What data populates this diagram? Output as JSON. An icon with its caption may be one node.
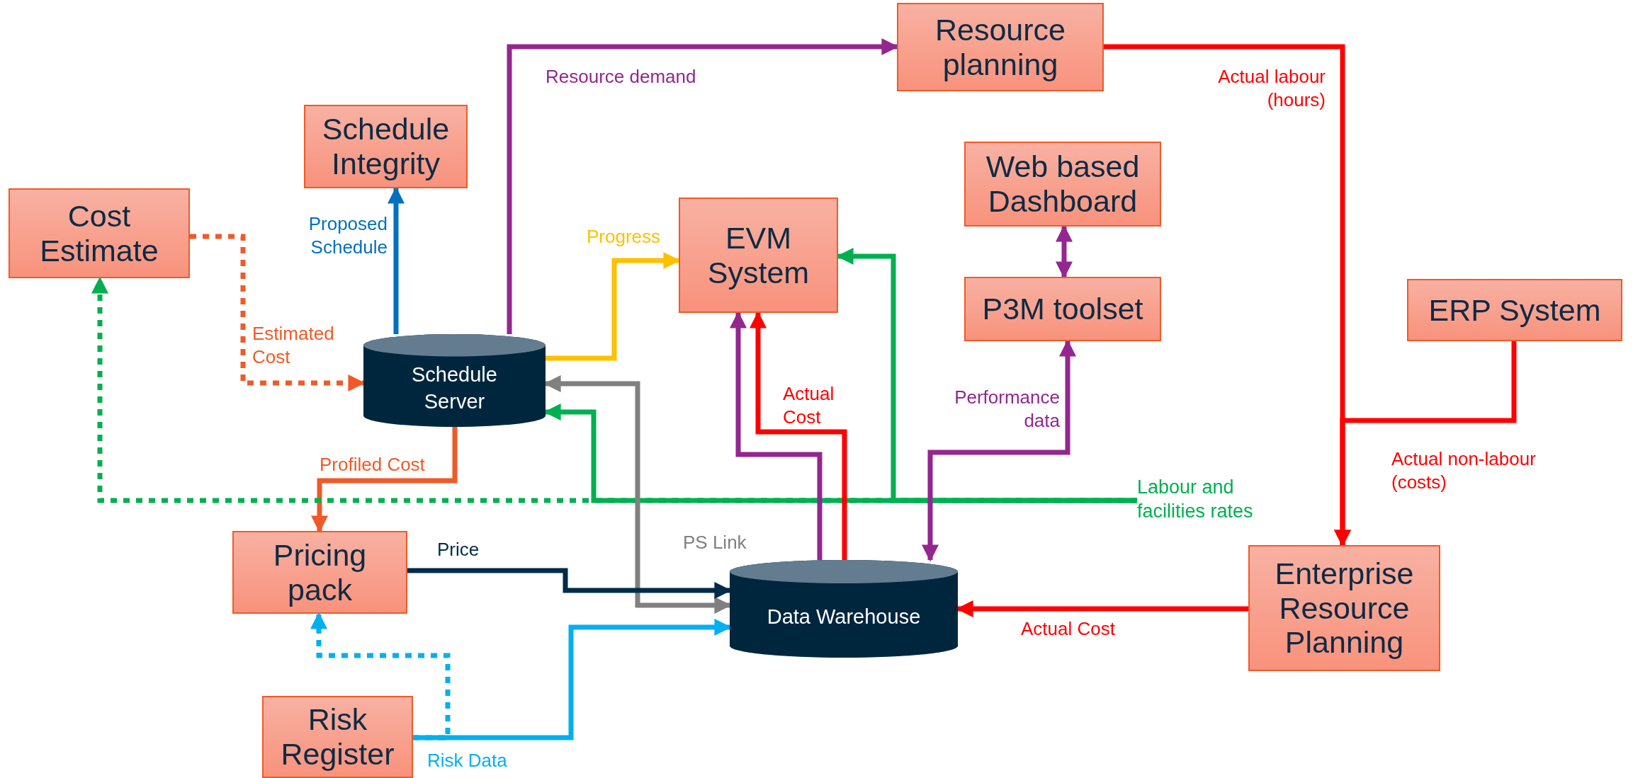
{
  "diagram": {
    "nodes": [
      {
        "text": [
          "Resource planning"
        ]
      },
      {
        "text": [
          "Schedule Integrity"
        ]
      },
      {
        "text": [
          "Cost Estimate"
        ]
      },
      {
        "text": [
          "Web based Dashboard"
        ]
      },
      {
        "text": [
          "EVM System"
        ]
      },
      {
        "text": [
          "P3M toolset"
        ]
      },
      {
        "text": [
          "ERP System"
        ]
      },
      {
        "text": [
          "Schedule Server"
        ]
      },
      {
        "text": [
          "Pricing pack"
        ]
      },
      {
        "text": [
          "Data Warehouse"
        ]
      },
      {
        "text": [
          "Enterprise Resource Planning"
        ]
      },
      {
        "text": [
          "Risk Register"
        ]
      },
      {
        "text": [
          "Labour and facilities rates"
        ]
      }
    ],
    "edges": [
      {
        "from": 7,
        "to": 0,
        "arrow": "to",
        "label": "Resource demand",
        "color": "#93278f"
      },
      {
        "from": 7,
        "to": 1,
        "arrow": "to",
        "label": "Proposed Schedule",
        "color": "#0070c0"
      },
      {
        "from": 2,
        "to": 7,
        "arrow": "to",
        "label": "Estimated Cost",
        "style": "dashed",
        "color": "#f05a28"
      },
      {
        "from": 7,
        "to": 8,
        "arrow": "to",
        "label": "Profiled Cost",
        "color": "#f05a28"
      },
      {
        "from": 7,
        "to": 4,
        "arrow": "to",
        "label": "Progress",
        "color": "#ffc000"
      },
      {
        "from": 12,
        "to": 2,
        "arrow": "to",
        "style": "dashed",
        "color": "#00b050"
      },
      {
        "from": 12,
        "to": 7,
        "arrow": "to",
        "color": "#00b050"
      },
      {
        "from": 12,
        "to": 4,
        "arrow": "to",
        "color": "#00b050"
      },
      {
        "from": 9,
        "to": 7,
        "arrow": "both",
        "label": "PS Link",
        "color": "#808080"
      },
      {
        "from": 9,
        "to": 4,
        "arrow": "to",
        "color": "#93278f"
      },
      {
        "from": 9,
        "to": 4,
        "arrow": "to",
        "label": "Actual Cost",
        "color": "#ff0000"
      },
      {
        "from": 9,
        "to": 5,
        "arrow": "both",
        "label": "Performance data",
        "color": "#93278f"
      },
      {
        "from": 3,
        "to": 5,
        "arrow": "both",
        "color": "#93278f"
      },
      {
        "from": 8,
        "to": 9,
        "arrow": "to",
        "label": "Price",
        "color": "#002b49"
      },
      {
        "from": 11,
        "to": 9,
        "arrow": "to",
        "label": "Risk Data",
        "color": "#00b0f0"
      },
      {
        "from": 11,
        "to": 8,
        "arrow": "to",
        "style": "dashed",
        "color": "#00b0f0"
      },
      {
        "from": 0,
        "to": 10,
        "arrow": "to",
        "label": "Actual labour (hours)",
        "color": "#ff0000"
      },
      {
        "from": 6,
        "to": 10,
        "arrow": "to",
        "label": "Actual non-labour (costs)",
        "color": "#ff0000"
      },
      {
        "from": 10,
        "to": 9,
        "arrow": "to",
        "label": "Actual Cost",
        "color": "#ff0000"
      }
    ]
  }
}
